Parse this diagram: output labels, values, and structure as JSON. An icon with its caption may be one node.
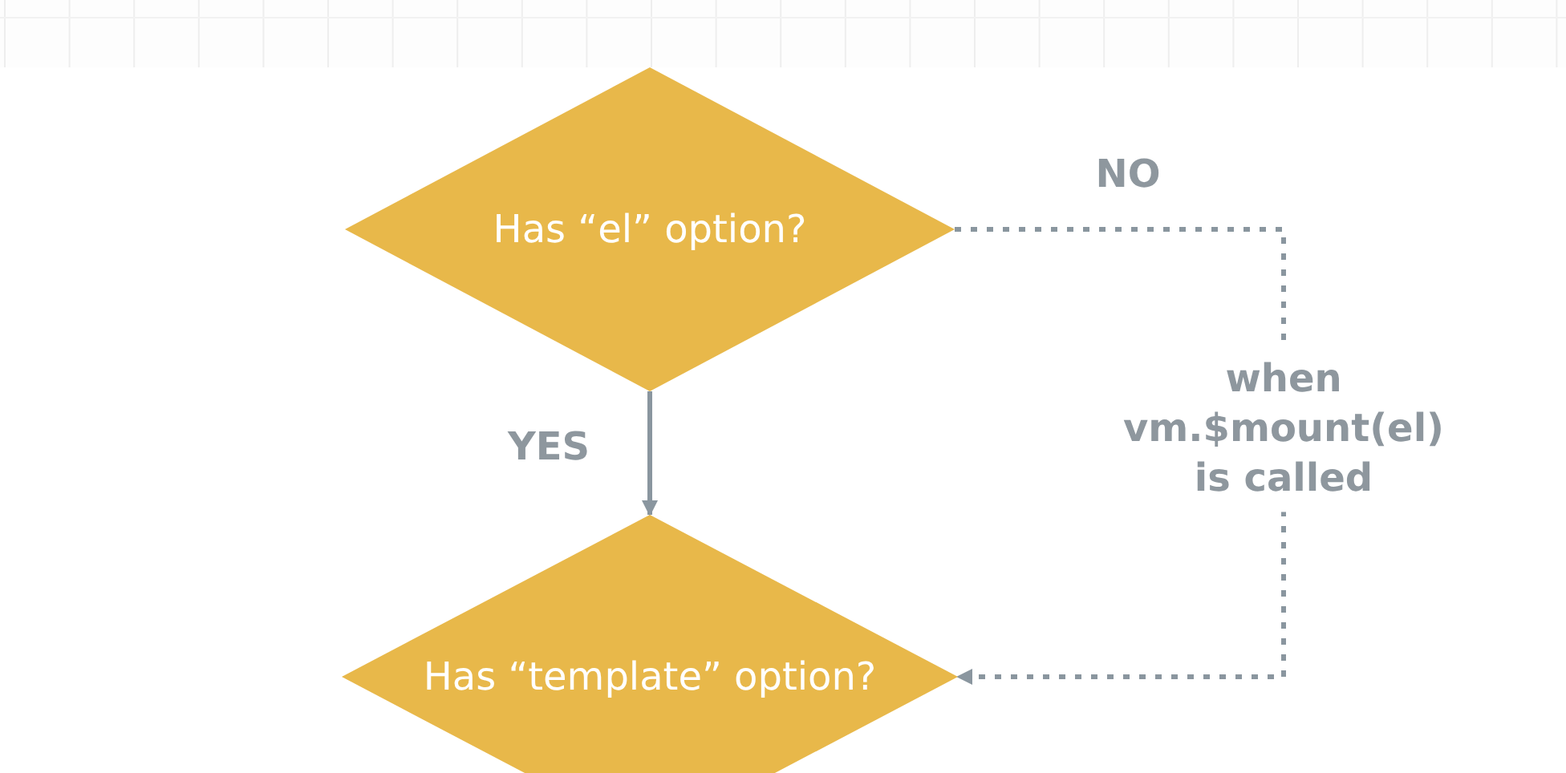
{
  "diagram": {
    "nodes": [
      {
        "text": [
          "Has “el” option?"
        ]
      },
      {
        "text": [
          "Has “template” option?"
        ]
      }
    ],
    "edges": [
      {
        "from": 0,
        "to": 1,
        "arrow": "to",
        "label": "YES"
      },
      {
        "from": 0,
        "to": 1,
        "arrow": "to",
        "label": "NO",
        "style": "dashed"
      }
    ],
    "labels": [
      "when vm.$mount(el) is called"
    ]
  }
}
